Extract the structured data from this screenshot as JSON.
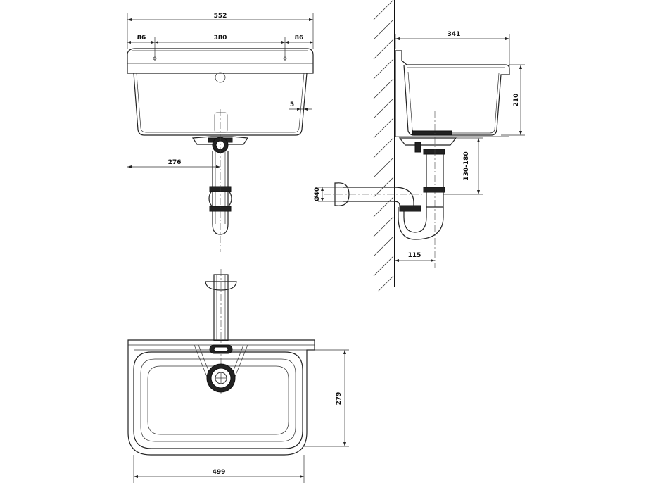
{
  "dimensions": {
    "front_total_width": "552",
    "front_left_hole_offset": "86",
    "front_hole_spacing": "380",
    "front_right_hole_offset": "86",
    "front_wall_thickness": "5",
    "front_waste_offset": "276",
    "side_depth": "341",
    "side_height": "210",
    "side_trap_height": "130-180",
    "side_outlet_diameter": "Ø40",
    "side_trap_wall_distance": "115",
    "top_height": "279",
    "top_width": "499"
  }
}
